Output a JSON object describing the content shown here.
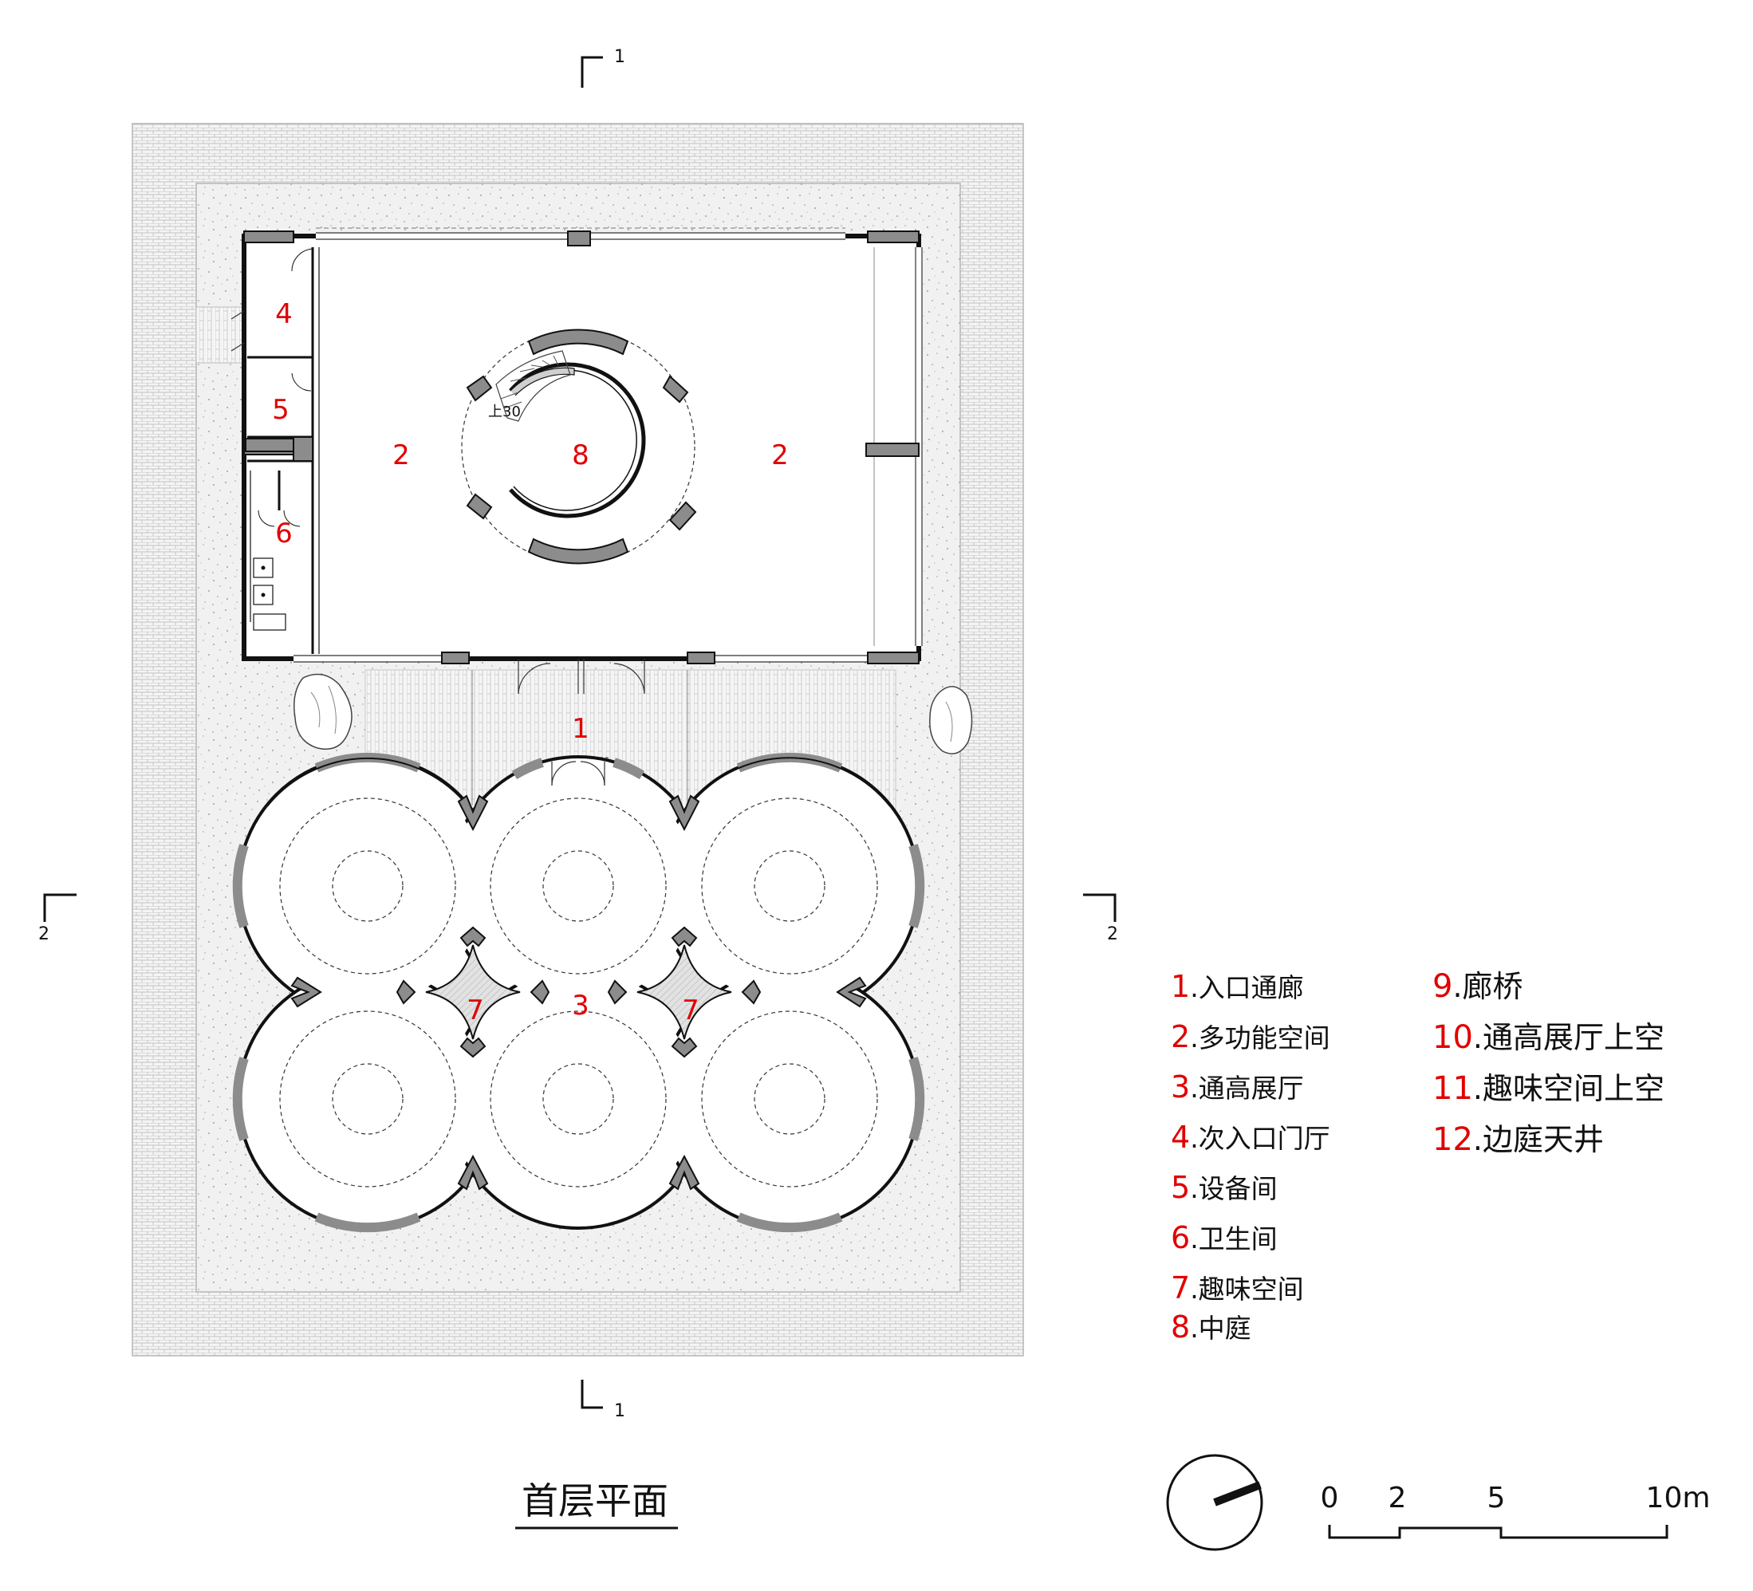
{
  "rooms": {
    "r1": "1",
    "r2a": "2",
    "r2b": "2",
    "r3": "3",
    "r4": "4",
    "r5": "5",
    "r6": "6",
    "r7a": "7",
    "r7b": "7",
    "r8": "8"
  },
  "legend": [
    {
      "num": "1",
      "label": ".入口通廊"
    },
    {
      "num": "2",
      "label": ".多功能空间"
    },
    {
      "num": "3",
      "label": ".通高展厅"
    },
    {
      "num": "4",
      "label": ".次入口门厅"
    },
    {
      "num": "5",
      "label": ".设备间"
    },
    {
      "num": "6",
      "label": ".卫生间"
    },
    {
      "num": "7",
      "label": ".趣味空间"
    },
    {
      "num": "8",
      "label": ".中庭"
    },
    {
      "num": "9",
      "label": ".廊桥"
    },
    {
      "num": "10",
      "label": ".通高展厅上空"
    },
    {
      "num": "11",
      "label": ".趣味空间上空"
    },
    {
      "num": "12",
      "label": ".边庭天井"
    }
  ],
  "section_marks": {
    "s1_top": "1",
    "s1_bottom": "1",
    "s2_left": "2",
    "s2_right": "2"
  },
  "stair_label": "上30",
  "plan_title": "首层平面",
  "scale_bar": {
    "t0": "0",
    "t2": "2",
    "t5": "5",
    "t10": "10m"
  },
  "colors": {
    "wall": "#8c8c8c",
    "room_number": "#e00000",
    "ink": "#111111"
  },
  "icons": {
    "north": "north-arrow-icon"
  }
}
